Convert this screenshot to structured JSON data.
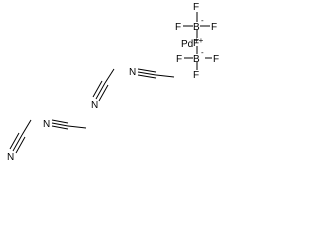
{
  "structure": {
    "tetrafluoroborate_top": {
      "fluorine": "F",
      "boron": "B",
      "charge": "-"
    },
    "palladium": {
      "symbol": "Pd",
      "charge": "++"
    },
    "tetrafluoroborate_bottom": {
      "fluorine": "F",
      "boron": "B",
      "charge": "-"
    },
    "acetonitrile": {
      "nitrogen": "N"
    }
  }
}
